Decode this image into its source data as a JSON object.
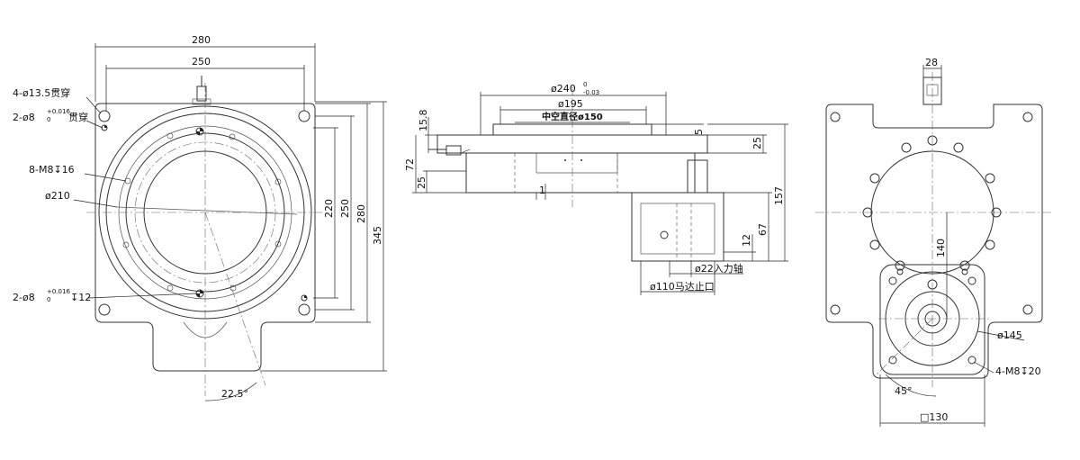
{
  "left_view": {
    "dim_width_outer": "280",
    "dim_width_inner": "250",
    "dim_height_220": "220",
    "dim_height_250": "250",
    "dim_height_280": "280",
    "dim_height_345": "345",
    "label_thru_holes": "4-ø13.5贯穿",
    "label_pin_holes_thru_base": "2-ø8",
    "label_pin_holes_thru_tol_upper": "+0.016",
    "label_pin_holes_thru_tol_lower": "0",
    "label_pin_holes_thru_suffix": "贯穿",
    "label_tapped": "8-M8↧16",
    "label_diameter": "ø210",
    "label_pin_holes_depth_base": "2-ø8",
    "label_pin_holes_depth_tol_upper": "+0.016",
    "label_pin_holes_depth_tol_lower": "0",
    "label_pin_holes_depth_suffix": "↧12",
    "label_angle": "22.5°"
  },
  "middle_view": {
    "dim_d240_base": "ø240",
    "dim_d240_tol_upper": "0",
    "dim_d240_tol_lower": "-0.03",
    "dim_d195": "ø195",
    "label_hollow": "中空直径ø150",
    "dim_15_8": "15.8",
    "dim_72": "72",
    "dim_25_left": "25",
    "dim_5": "5",
    "dim_25_right": "25",
    "dim_157": "157",
    "dim_12": "12",
    "dim_67": "67",
    "dim_1": "1",
    "label_input_shaft": "ø22入力轴",
    "label_motor_spigot": "ø110马达止口"
  },
  "right_view": {
    "dim_28": "28",
    "dim_140": "140",
    "label_d145": "ø145",
    "label_tapped": "4-M8↧20",
    "label_angle": "45°",
    "dim_square": "□130"
  }
}
